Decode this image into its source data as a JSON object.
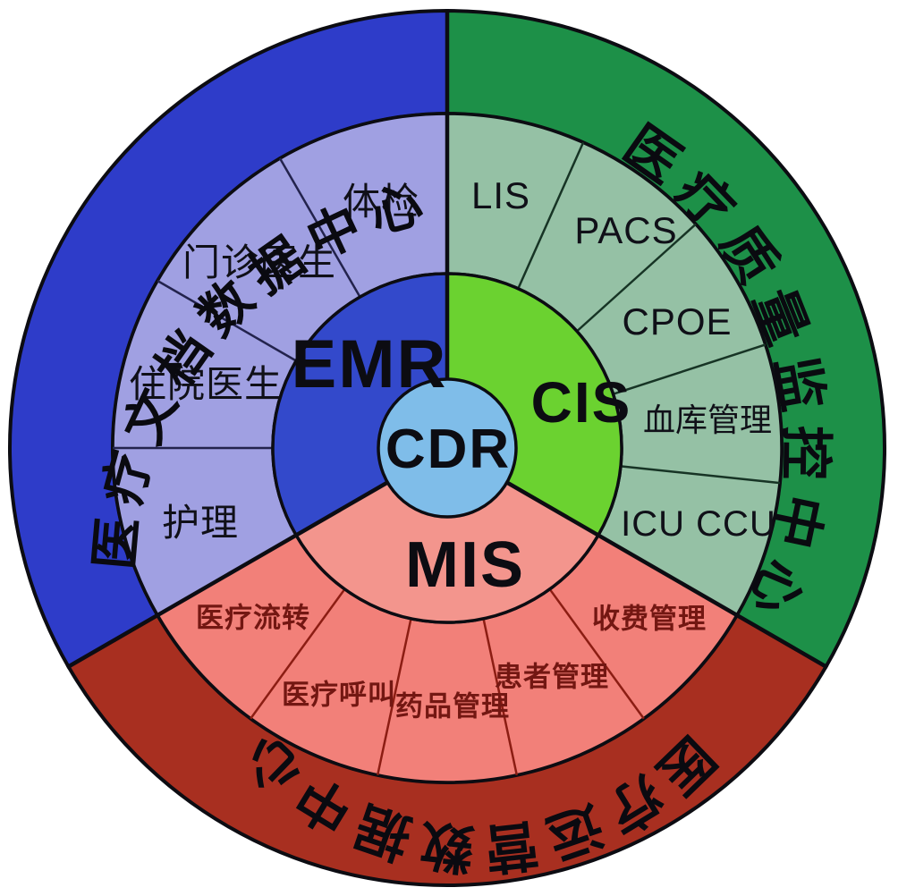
{
  "diagram": {
    "center": {
      "label": "CDR"
    },
    "inner": {
      "emr_label": "EMR",
      "cis_label": "CIS",
      "mis_label": "MIS"
    },
    "emr_segments": [
      "体检",
      "门诊医生",
      "住院医生",
      "护理"
    ],
    "cis_segments": [
      "LIS",
      "PACS",
      "CPOE",
      "血库管理",
      "ICU CCU"
    ],
    "mis_segments": [
      "医疗流转",
      "医疗呼叫",
      "药品管理",
      "患者管理",
      "收费管理"
    ],
    "outer_titles": {
      "emr": "医疗文档数据中心",
      "cis": "医疗质量监控中心",
      "mis": "医疗运营数据中心"
    },
    "colors": {
      "outer_blue": "#2e3cc9",
      "outer_green": "#1d9048",
      "outer_red": "#a82f20",
      "middle_lavender": "#a0a0e2",
      "middle_sage": "#95c1a5",
      "middle_pink": "#f28079",
      "inner_blue": "#3349cb",
      "inner_green": "#6bd230",
      "inner_pink": "#f3958d",
      "center_blue": "#7fbde9",
      "outline_black": "#0c0c12",
      "mis_text_red": "#731712"
    }
  }
}
